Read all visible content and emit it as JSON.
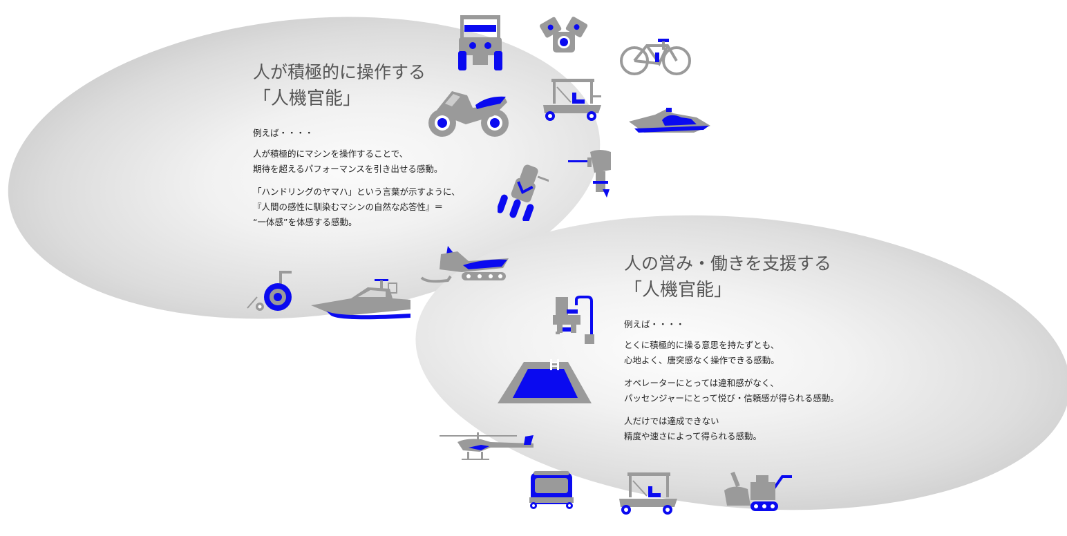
{
  "colors": {
    "accent": "#0a0af0",
    "icon_gray": "#9a9a9a",
    "heading_gray": "#555555",
    "text": "#222222"
  },
  "section_left": {
    "heading_line1": "人が積極的に操作する",
    "heading_line2": "「人機官能」",
    "intro": "例えば・・・・",
    "paragraphs": [
      [
        "人が積極的にマシンを操作することで、",
        "期待を超えるパフォーマンスを引き出せる感動。"
      ],
      [
        "「ハンドリングのヤマハ」という言葉が示すように、",
        "『人間の感性に馴染むマシンの自然な応答性』＝",
        "“一体感”を体感する感動。"
      ]
    ]
  },
  "section_right": {
    "heading_line1": "人の営み・働きを支援する",
    "heading_line2": "「人機官能」",
    "intro": "例えば・・・・",
    "paragraphs": [
      [
        "とくに積極的に操る意思を持たずとも、",
        "心地よく、唐突感なく操作できる感動。"
      ],
      [
        "オペレーターにとっては違和感がなく、",
        "パッセンジャーにとって悦び・信頼感が得られる感動。"
      ],
      [
        "人だけでは達成できない",
        "精度や速さによって得られる感動。"
      ]
    ]
  },
  "icons": [
    "side-by-side-vehicle-icon",
    "engine-icon",
    "bicycle-icon",
    "motorcycle-icon",
    "golf-cart-icon",
    "watercraft-icon",
    "outboard-motor-icon",
    "rider-icon",
    "snowmobile-icon",
    "wheelchair-icon",
    "boat-icon",
    "pump-icon",
    "pool-icon",
    "helicopter-icon",
    "cart-vehicle-icon",
    "golf-cart-icon-2",
    "snow-blower-icon"
  ]
}
